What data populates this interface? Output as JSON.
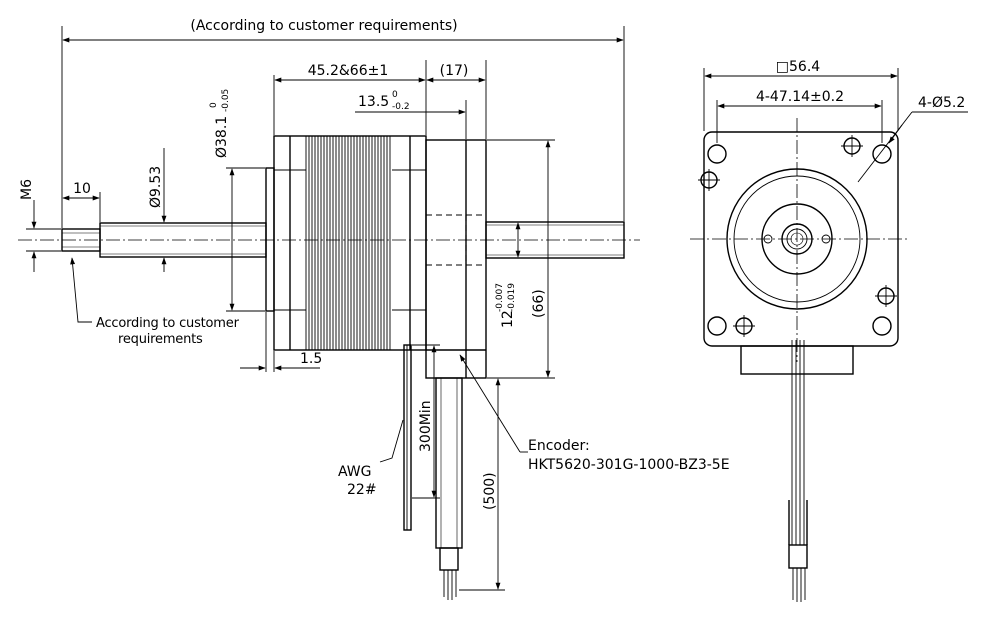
{
  "dimensions": {
    "total_length_note": "(According to customer requirements)",
    "body_length": "45.2&66±1",
    "encoder_length": "(17)",
    "boss_length": "13.5",
    "boss_tol_upper": "0",
    "boss_tol_lower": "-0.2",
    "pilot_diameter": "Ø38.1",
    "pilot_tol_upper": "0",
    "pilot_tol_lower": "-0.05",
    "shaft_diameter": "Ø9.53",
    "thread": "M6",
    "thread_length": "10",
    "flange_thickness": "1.5",
    "rear_shaft": "12",
    "rear_shaft_tol_upper": "-0.007",
    "rear_shaft_tol_lower": "-0.019",
    "square_size": "□56.4",
    "hole_pitch": "4-47.14±0.2",
    "hole_diameter": "4-Ø5.2",
    "encoder_height": "(66)",
    "lead_min": "300Min",
    "encoder_lead": "(500)"
  },
  "notes": {
    "shaft_end_line1": "According to customer",
    "shaft_end_line2": "requirements",
    "wire_gauge_line1": "AWG",
    "wire_gauge_line2": "22#",
    "encoder_line1": "Encoder:",
    "encoder_line2": "HKT5620-301G-1000-BZ3-5E"
  }
}
